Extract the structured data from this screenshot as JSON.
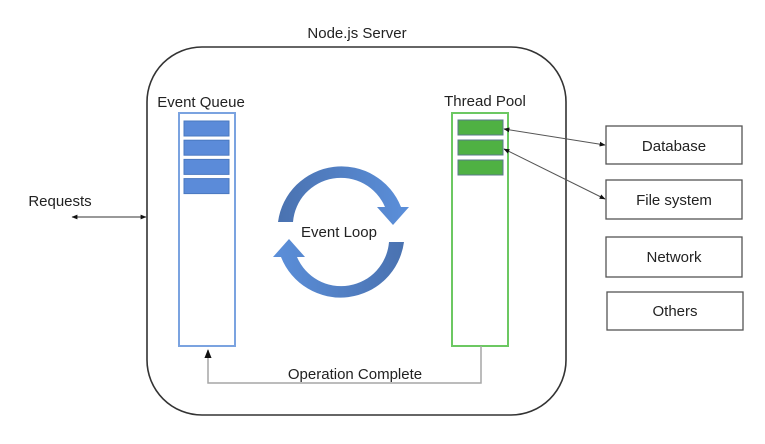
{
  "server": {
    "title": "Node.js Server",
    "border_color": "#333333"
  },
  "requests": {
    "label": "Requests"
  },
  "event_queue": {
    "label": "Event Queue",
    "queued_events": 4,
    "box_color": "#7BA3E0",
    "item_color": "#5B8BD9",
    "item_border_color": "#4A78C0"
  },
  "thread_pool": {
    "label": "Thread Pool",
    "threads": 3,
    "box_color": "#6CC862",
    "item_color": "#4FB143",
    "item_border_color": "#5A7A8A"
  },
  "event_loop": {
    "label": "Event Loop",
    "color_light": "#5B8FDA",
    "color_dark": "#4A72B0"
  },
  "operation_complete": {
    "label": "Operation Complete",
    "line_color": "#A6A6A6"
  },
  "resources": [
    {
      "label": "Database"
    },
    {
      "label": "File system"
    },
    {
      "label": "Network"
    },
    {
      "label": "Others"
    }
  ],
  "connections": [
    {
      "from": "Thread Pool item 1",
      "to": "Database"
    },
    {
      "from": "Thread Pool item 2",
      "to": "File system"
    }
  ]
}
